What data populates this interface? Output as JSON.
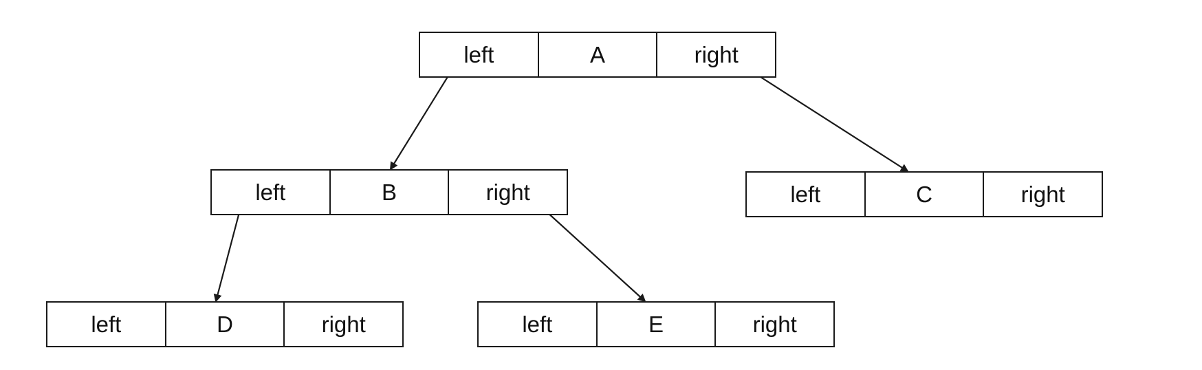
{
  "colors": {
    "background": "#ffffff",
    "stroke": "#1a1a1a",
    "text": "#111111"
  },
  "nodes": [
    {
      "id": "A",
      "left": "left",
      "value": "A",
      "right": "right"
    },
    {
      "id": "B",
      "left": "left",
      "value": "B",
      "right": "right"
    },
    {
      "id": "C",
      "left": "left",
      "value": "C",
      "right": "right"
    },
    {
      "id": "D",
      "left": "left",
      "value": "D",
      "right": "right"
    },
    {
      "id": "E",
      "left": "left",
      "value": "E",
      "right": "right"
    }
  ],
  "edges": [
    {
      "from": "A",
      "side": "left",
      "to": "B"
    },
    {
      "from": "A",
      "side": "right",
      "to": "C"
    },
    {
      "from": "B",
      "side": "left",
      "to": "D"
    },
    {
      "from": "B",
      "side": "right",
      "to": "E"
    }
  ]
}
